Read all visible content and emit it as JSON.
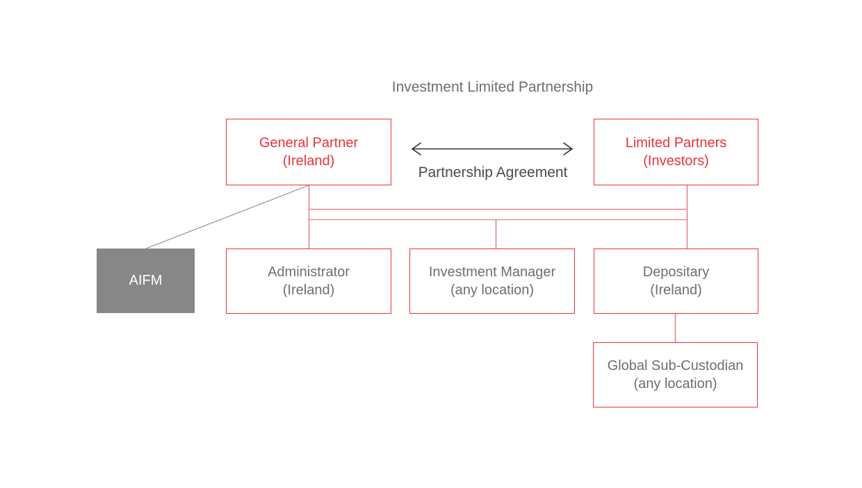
{
  "diagram": {
    "title": "Investment Limited Partnership",
    "colors": {
      "box_border_red": "#e8323c",
      "text_red": "#e8323c",
      "text_gray": "#6e6e6e",
      "aifm_fill": "#878787",
      "aifm_text": "#ffffff",
      "connector_red": "#e8828a",
      "connector_gray": "#8c8c8c",
      "background": "#ffffff"
    },
    "nodes": [
      {
        "id": "general-partner",
        "line1": "General Partner",
        "line2": "(Ireland)",
        "style": "red-text-red-border"
      },
      {
        "id": "limited-partners",
        "line1": "Limited Partners",
        "line2": "(Investors)",
        "style": "red-text-red-border"
      },
      {
        "id": "aifm",
        "line1": "AIFM",
        "line2": "",
        "style": "gray-filled"
      },
      {
        "id": "administrator",
        "line1": "Administrator",
        "line2": "(Ireland)",
        "style": "gray-text-red-border"
      },
      {
        "id": "investment-manager",
        "line1": "Investment Manager",
        "line2": "(any location)",
        "style": "gray-text-red-border"
      },
      {
        "id": "depositary",
        "line1": "Depositary",
        "line2": "(Ireland)",
        "style": "gray-text-red-border"
      },
      {
        "id": "global-sub-custodian",
        "line1": "Global Sub-Custodian",
        "line2": "(any location)",
        "style": "gray-text-red-border"
      }
    ],
    "edges": [
      {
        "id": "partnership-agreement",
        "label": "Partnership Agreement",
        "from": "general-partner",
        "to": "limited-partners",
        "arrow": "double"
      },
      {
        "id": "gp-to-aifm",
        "label": "",
        "from": "general-partner",
        "to": "aifm",
        "arrow": "none"
      },
      {
        "id": "gp-to-service-providers",
        "label": "",
        "from": "general-partner",
        "to": "administrator",
        "arrow": "none"
      },
      {
        "id": "lp-to-depositary",
        "label": "",
        "from": "limited-partners",
        "to": "depositary",
        "arrow": "none"
      },
      {
        "id": "depositary-to-sub-custodian",
        "label": "",
        "from": "depositary",
        "to": "global-sub-custodian",
        "arrow": "none"
      }
    ]
  }
}
